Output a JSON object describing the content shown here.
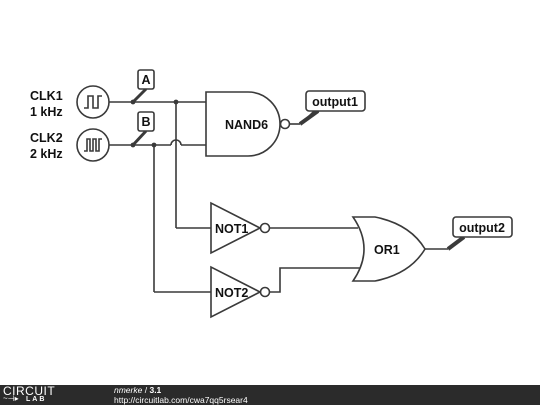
{
  "schematic": {
    "sources": [
      {
        "name": "CLK1",
        "freq": "1 kHz"
      },
      {
        "name": "CLK2",
        "freq": "2 kHz"
      }
    ],
    "node_labels": [
      "A",
      "B"
    ],
    "gates": {
      "nand": "NAND6",
      "not1": "NOT1",
      "not2": "NOT2",
      "or": "OR1"
    },
    "outputs": [
      "output1",
      "output2"
    ]
  },
  "footer": {
    "logo_top": "CIRCUIT",
    "logo_bottom": "LAB",
    "author": "nmerke",
    "separator": "/",
    "circuit_name": "3.1",
    "url": "http://circuitlab.com/cwa7qq5rsear4"
  }
}
